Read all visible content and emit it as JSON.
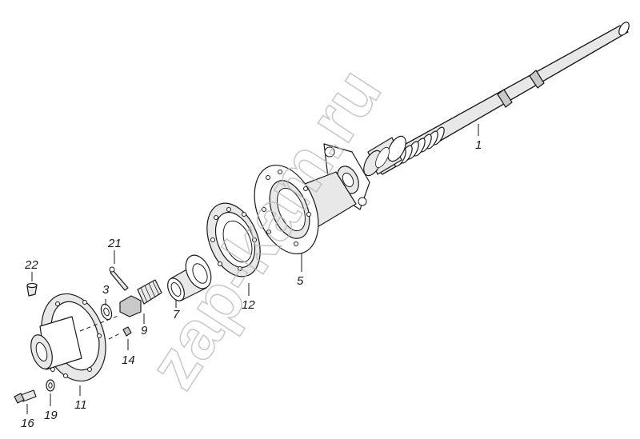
{
  "watermark": "zap-kam.ru",
  "callouts": {
    "c1": "1",
    "c3": "3",
    "c5": "5",
    "c7": "7",
    "c9": "9",
    "c11": "11",
    "c12": "12",
    "c14": "14",
    "c16": "16",
    "c19": "19",
    "c21": "21",
    "c22": "22"
  }
}
